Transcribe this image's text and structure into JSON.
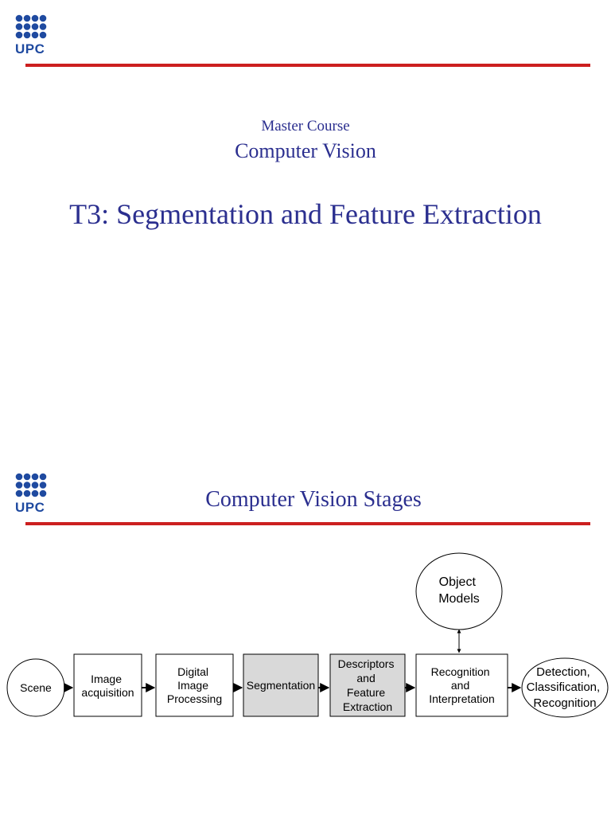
{
  "colors": {
    "navy": "#2b2f8f",
    "logo_blue": "#1f4aa0",
    "red": "#cc1f1f",
    "box_gray": "#d9d9d9"
  },
  "slide1": {
    "logo_text": "UPC",
    "course": "Master Course",
    "subject": "Computer Vision",
    "topic": "T3: Segmentation and Feature Extraction"
  },
  "slide2": {
    "logo_text": "UPC",
    "title": "Computer Vision Stages",
    "nodes": {
      "object_models": [
        "Object",
        "Models"
      ],
      "scene": [
        "Scene"
      ],
      "image_acquisition": [
        "Image",
        "acquisition"
      ],
      "digital_image_processing": [
        "Digital",
        "Image",
        "Processing"
      ],
      "segmentation": [
        "Segmentation"
      ],
      "descriptors": [
        "Descriptors",
        "and",
        "Feature",
        "Extraction"
      ],
      "recognition": [
        "Recognition",
        "and",
        "Interpretation"
      ],
      "detection": [
        "Detection,",
        "Classification,",
        "Recognition"
      ]
    }
  }
}
